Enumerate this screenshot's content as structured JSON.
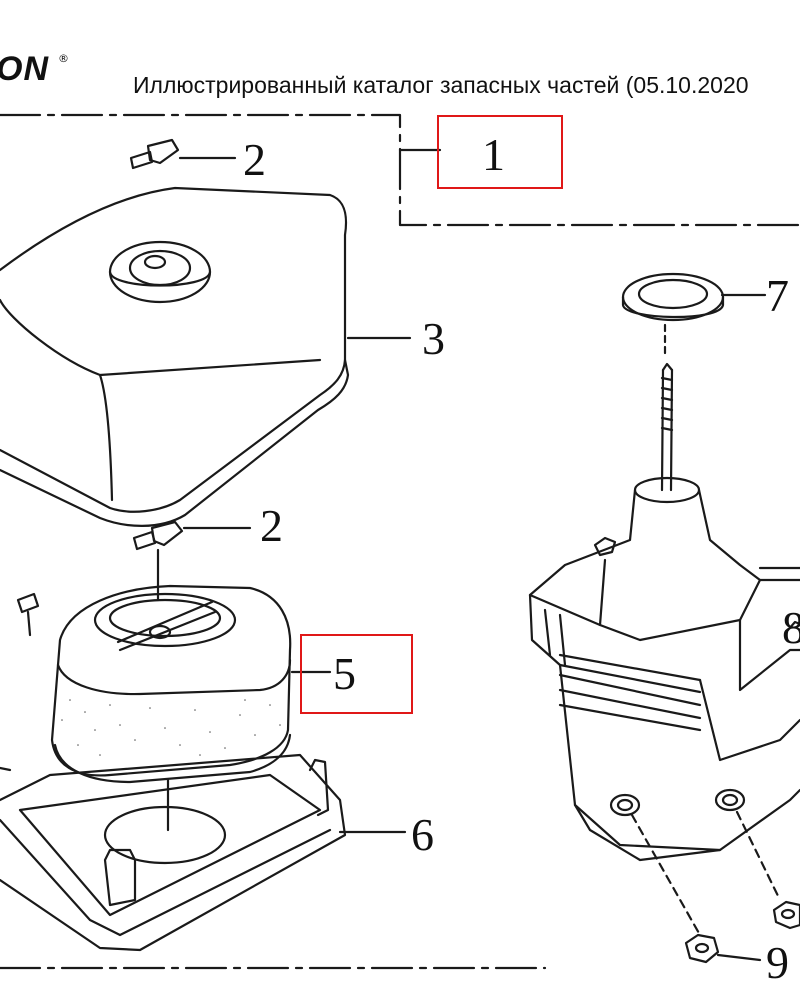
{
  "header": {
    "logo_text": "ON",
    "logo_mark": "®",
    "title": "Иллюстрированный каталог запасных частей (05.10.2020"
  },
  "callouts": {
    "c1": "1",
    "c2a": "2",
    "c2b": "2",
    "c3": "3",
    "c5": "5",
    "c6": "6",
    "c7": "7",
    "c8": "8",
    "c9": "9"
  },
  "highlight_color": "#e01818"
}
